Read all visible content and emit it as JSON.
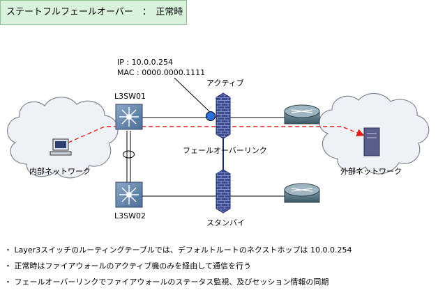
{
  "title": "ステートフルフェールオーバー　：　正常時",
  "labels": {
    "ip": "IP : 10.0.0.254",
    "mac": "MAC : 0000.0000.1111",
    "active": "アクティブ",
    "switch_top": "L3SW01",
    "switch_bottom": "L3SW02",
    "failover_link": "フェールオーバーリンク",
    "standby": "スタンバイ",
    "internal_network": "内部ネットワーク",
    "external_network": "外部ネットワーク"
  },
  "bullets": [
    "Layer3スイッチのルーティングテーブルでは、デフォルトルートのネクストホップは 10.0.0.254",
    "正常時はファイアウォールのアクティブ機のみを経由して通信を行う",
    "フェールオーバーリンクでファイアウォールのステータス監視、及びセッション情報の同期"
  ],
  "bullet_mark": "・",
  "colors": {
    "title_bg": "#d9f2dc",
    "flow_arrow": "#e0201a",
    "vip_marker": "#2f6fd6",
    "cloud_fill": "#eef2f7"
  }
}
